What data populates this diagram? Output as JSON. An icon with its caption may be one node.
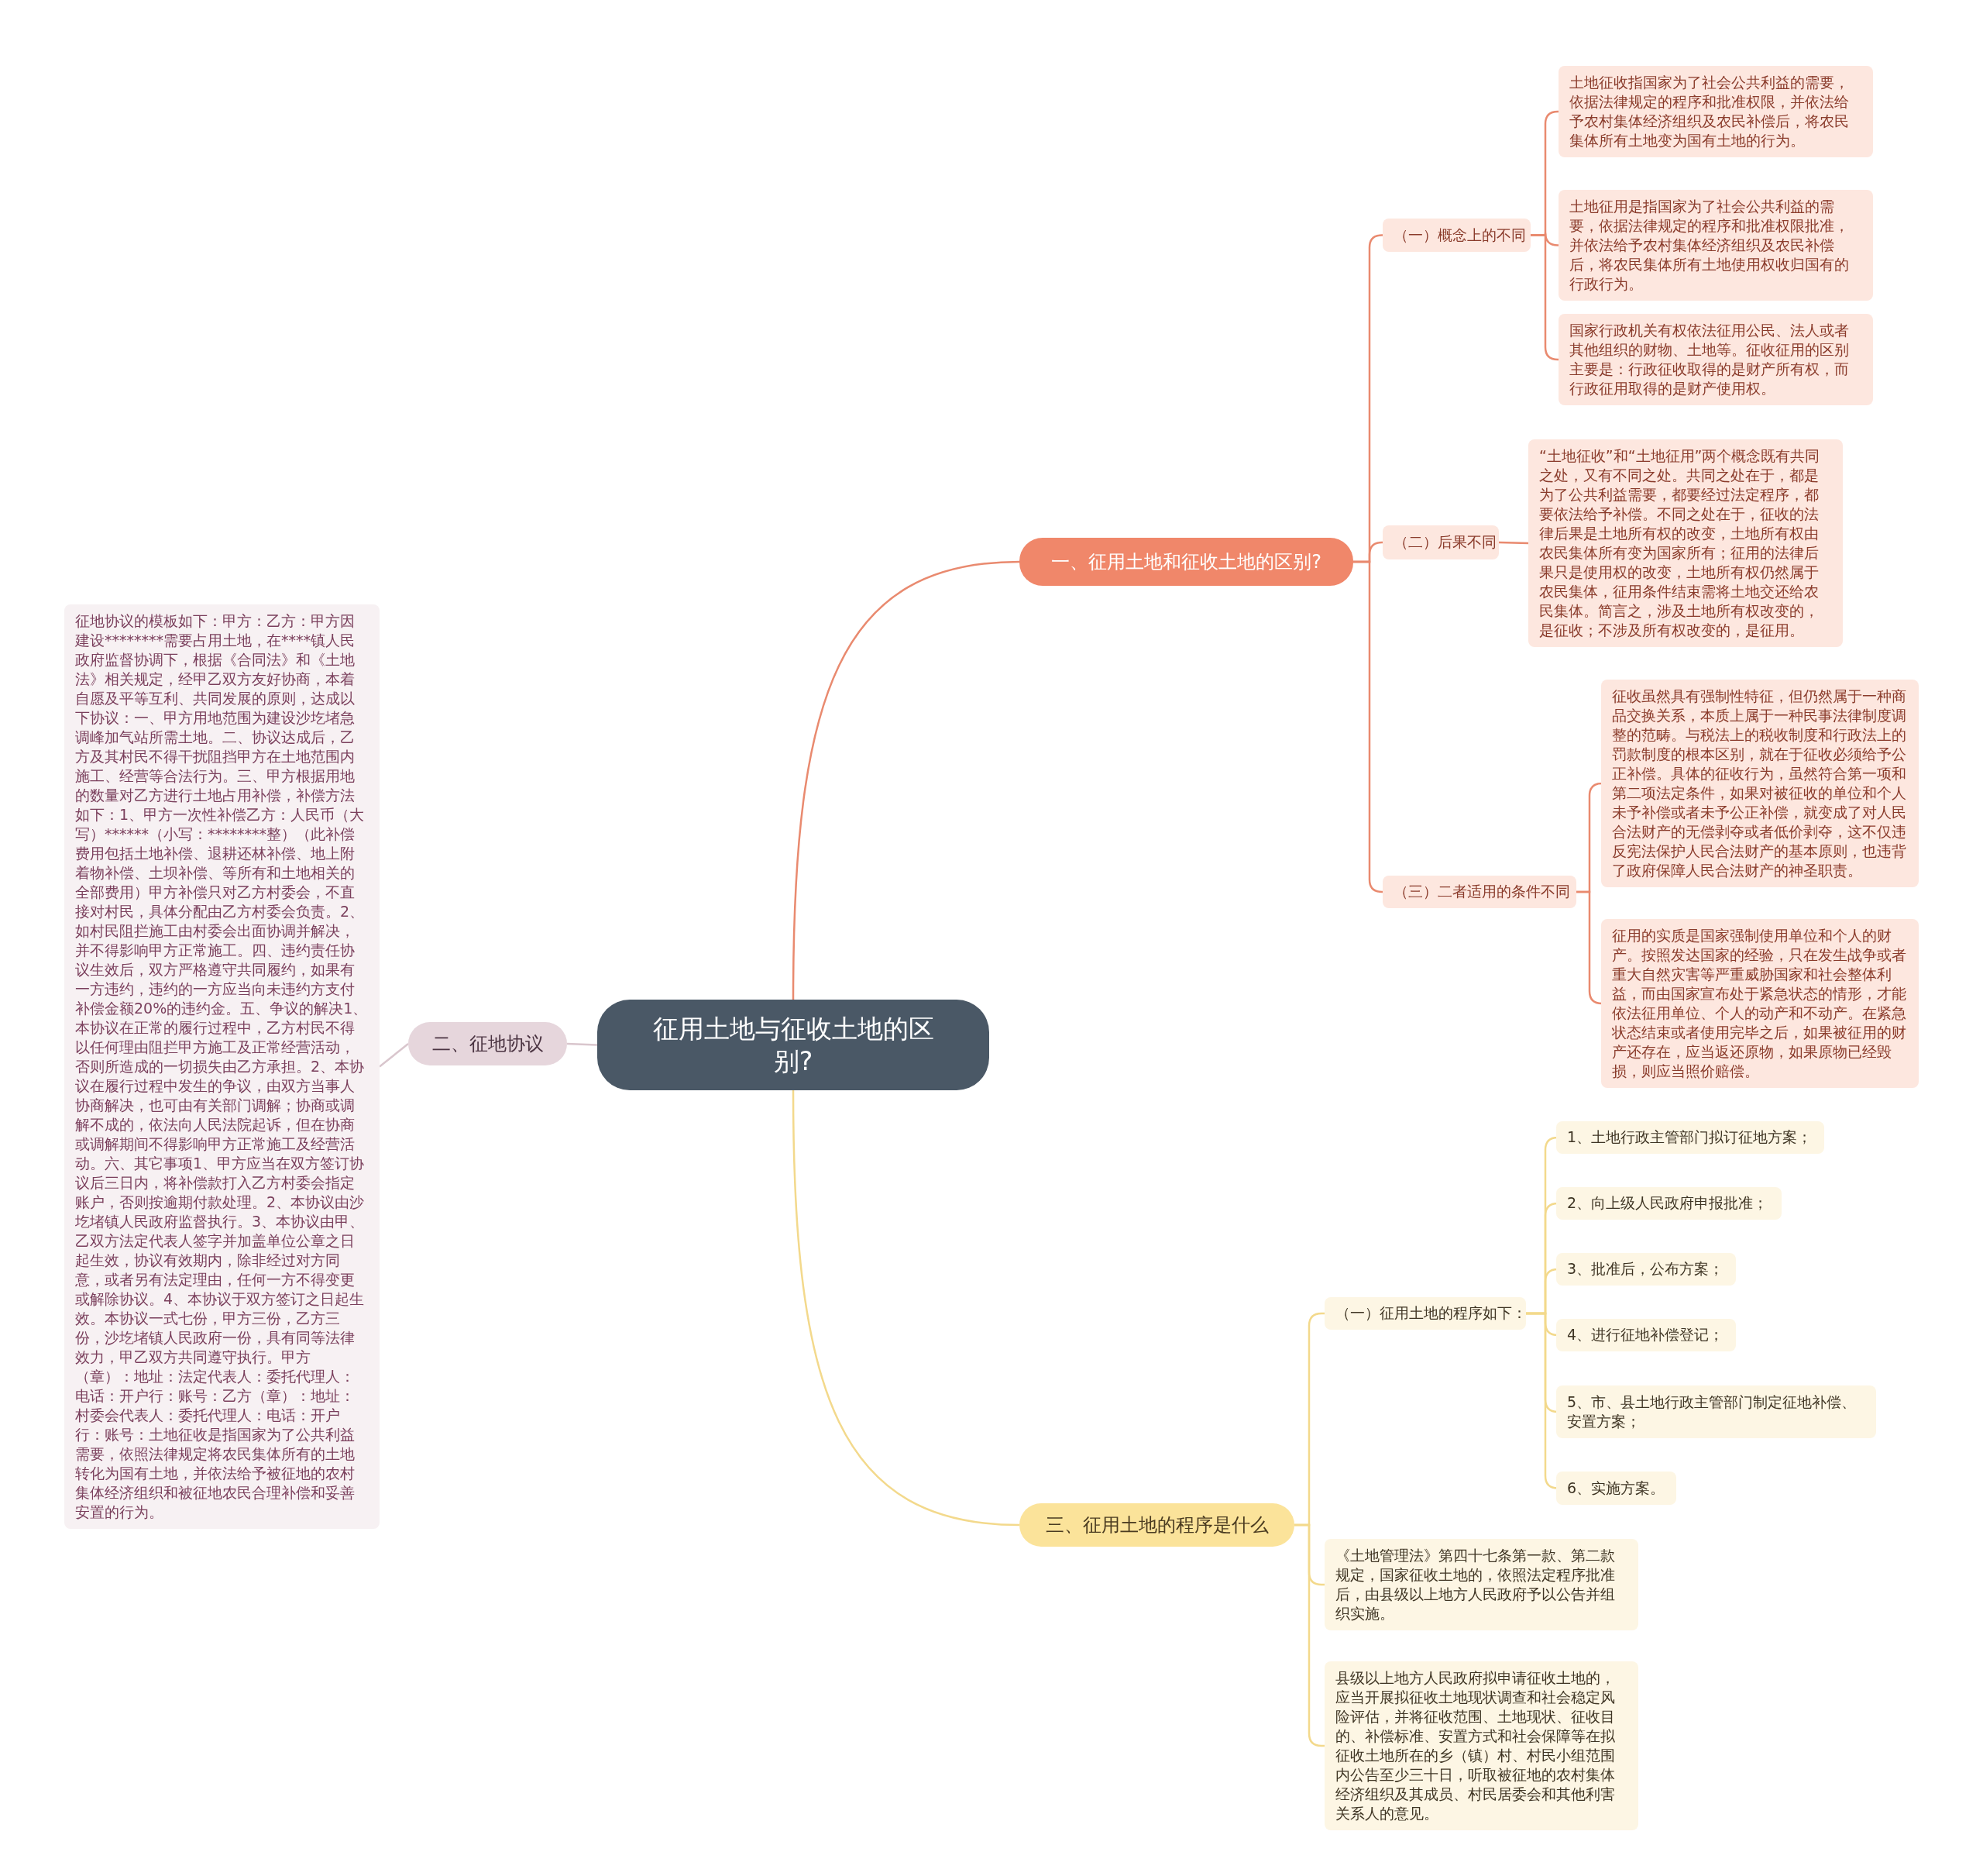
{
  "diagram": {
    "nodes": [
      {
        "text": [
          "征用土地与征收土地的区别?"
        ]
      },
      {
        "text": [
          "一、征用土地和征收土地的区别?"
        ]
      },
      {
        "text": [
          "（一）概念上的不同"
        ]
      },
      {
        "text": [
          "土地征收指国家为了社会公共利益的需要，依据法律规定的程序和批准权限，并依法给予农村集体经济组织及农民补偿后，将农民集体所有土地变为国有土地的行为。"
        ]
      },
      {
        "text": [
          "土地征用是指国家为了社会公共利益的需要，依据法律规定的程序和批准权限批准，并依法给予农村集体经济组织及农民补偿后，将农民集体所有土地使用权收归国有的行政行为。"
        ]
      },
      {
        "text": [
          "国家行政机关有权依法征用公民、法人或者其他组织的财物、土地等。征收征用的区别主要是：行政征收取得的是财产所有权，而行政征用取得的是财产使用权。"
        ]
      },
      {
        "text": [
          "（二）后果不同"
        ]
      },
      {
        "text": [
          "“土地征收”和“土地征用”两个概念既有共同之处，又有不同之处。共同之处在于，都是为了公共利益需要，都要经过法定程序，都要依法给予补偿。不同之处在于，征收的法律后果是土地所有权的改变，土地所有权由农民集体所有变为国家所有；征用的法律后果只是使用权的改变，土地所有权仍然属于农民集体，征用条件结束需将土地交还给农民集体。简言之，涉及土地所有权改变的，是征收；不涉及所有权改变的，是征用。"
        ]
      },
      {
        "text": [
          "（三）二者适用的条件不同"
        ]
      },
      {
        "text": [
          "征收虽然具有强制性特征，但仍然属于一种商品交换关系，本质上属于一种民事法律制度调整的范畴。与税法上的税收制度和行政法上的罚款制度的根本区别，就在于征收必须给予公正补偿。具体的征收行为，虽然符合第一项和第二项法定条件，如果对被征收的单位和个人未予补偿或者未予公正补偿，就变成了对人民合法财产的无偿剥夺或者低价剥夺，这不仅违反宪法保护人民合法财产的基本原则，也违背了政府保障人民合法财产的神圣职责。"
        ]
      },
      {
        "text": [
          "征用的实质是国家强制使用单位和个人的财产。按照发达国家的经验，只在发生战争或者重大自然灾害等严重威胁国家和社会整体利益，而由国家宣布处于紧急状态的情形，才能依法征用单位、个人的动产和不动产。在紧急状态结束或者使用完毕之后，如果被征用的财产还存在，应当返还原物，如果原物已经毁损，则应当照价赔偿。"
        ]
      },
      {
        "text": [
          "二、征地协议"
        ]
      },
      {
        "text": [
          "征地协议的模板如下：甲方：乙方：甲方因建设********需要占用土地，在****镇人民政府监督协调下，根据《合同法》和《土地法》相关规定，经甲乙双方友好协商，本着自愿及平等互利、共同发展的原则，达成以下协议：一、甲方用地范围为建设沙圪堵急调峰加气站所需土地。二、协议达成后，乙方及其村民不得干扰阻挡甲方在土地范围内施工、经营等合法行为。三、甲方根据用地的数量对乙方进行土地占用补偿，补偿方法如下：1、甲方一次性补偿乙方：人民币（大写）******（小写：********整）（此补偿费用包括土地补偿、退耕还林补偿、地上附着物补偿、土坝补偿、等所有和土地相关的全部费用）甲方补偿只对乙方村委会，不直接对村民，具体分配由乙方村委会负责。2、如村民阻拦施工由村委会出面协调并解决，并不得影响甲方正常施工。四、违约责任协议生效后，双方严格遵守共同履约，如果有一方违约，违约的一方应当向未违约方支付补偿金额20%的违约金。五、争议的解决1、本协议在正常的履行过程中，乙方村民不得以任何理由阻拦甲方施工及正常经营活动，否则所造成的一切损失由乙方承担。2、本协议在履行过程中发生的争议，由双方当事人协商解决，也可由有关部门调解；协商或调解不成的，依法向人民法院起诉，但在协商或调解期间不得影响甲方正常施工及经营活动。六、其它事项1、甲方应当在双方签订协议后三日内，将补偿款打入乙方村委会指定账户，否则按逾期付款处理。2、本协议由沙圪堵镇人民政府监督执行。3、本协议由甲、乙双方法定代表人签字并加盖单位公章之日起生效，协议有效期内，除非经过对方同意，或者另有法定理由，任何一方不得变更或解除协议。4、本协议于双方签订之日起生效。本协议一式七份，甲方三份，乙方三份，沙圪堵镇人民政府一份，具有同等法律效力，甲乙双方共同遵守执行。甲方（章）：地址：法定代表人：委托代理人：电话：开户行：账号：乙方（章）：地址：村委会代表人：委托代理人：电话：开户行：账号：土地征收是指国家为了公共利益需要，依照法律规定将农民集体所有的土地转化为国有土地，并依法给予被征地的农村集体经济组织和被征地农民合理补偿和妥善安置的行为。"
        ]
      },
      {
        "text": [
          "三、征用土地的程序是什么"
        ]
      },
      {
        "text": [
          "（一）征用土地的程序如下："
        ]
      },
      {
        "text": [
          "1、土地行政主管部门拟订征地方案；"
        ]
      },
      {
        "text": [
          "2、向上级人民政府申报批准；"
        ]
      },
      {
        "text": [
          "3、批准后，公布方案；"
        ]
      },
      {
        "text": [
          "4、进行征地补偿登记；"
        ]
      },
      {
        "text": [
          "5、市、县土地行政主管部门制定征地补偿、安置方案；"
        ]
      },
      {
        "text": [
          "6、实施方案。"
        ]
      },
      {
        "text": [
          "《土地管理法》第四十七条第一款、第二款规定，国家征收土地的，依照法定程序批准后，由县级以上地方人民政府予以公告并组织实施。"
        ]
      },
      {
        "text": [
          "县级以上地方人民政府拟申请征收土地的，应当开展拟征收土地现状调查和社会稳定风险评估，并将征收范围、土地现状、征收目的、补偿标准、安置方式和社会保障等在拟征收土地所在的乡（镇）村、村民小组范围内公告至少三十日，听取被征地的农村集体经济组织及其成员、村民居委会和其他利害关系人的意见。"
        ]
      }
    ],
    "edges": [
      {
        "from": 0,
        "to": 1,
        "arrow": "none",
        "color": "#e98a6f"
      },
      {
        "from": 1,
        "to": 2,
        "arrow": "none",
        "color": "#e98a6f"
      },
      {
        "from": 2,
        "to": 3,
        "arrow": "none",
        "color": "#e98a6f"
      },
      {
        "from": 2,
        "to": 4,
        "arrow": "none",
        "color": "#e98a6f"
      },
      {
        "from": 2,
        "to": 5,
        "arrow": "none",
        "color": "#e98a6f"
      },
      {
        "from": 1,
        "to": 6,
        "arrow": "none",
        "color": "#e98a6f"
      },
      {
        "from": 6,
        "to": 7,
        "arrow": "none",
        "color": "#e98a6f"
      },
      {
        "from": 1,
        "to": 8,
        "arrow": "none",
        "color": "#e98a6f"
      },
      {
        "from": 8,
        "to": 9,
        "arrow": "none",
        "color": "#e98a6f"
      },
      {
        "from": 8,
        "to": 10,
        "arrow": "none",
        "color": "#e98a6f"
      },
      {
        "from": 0,
        "to": 11,
        "arrow": "none",
        "color": "#d9c6cd"
      },
      {
        "from": 11,
        "to": 12,
        "arrow": "none",
        "color": "#d9c6cd"
      },
      {
        "from": 0,
        "to": 13,
        "arrow": "none",
        "color": "#f3d98c"
      },
      {
        "from": 13,
        "to": 14,
        "arrow": "none",
        "color": "#f3d98c"
      },
      {
        "from": 14,
        "to": 15,
        "arrow": "none",
        "color": "#f3d98c"
      },
      {
        "from": 14,
        "to": 16,
        "arrow": "none",
        "color": "#f3d98c"
      },
      {
        "from": 14,
        "to": 17,
        "arrow": "none",
        "color": "#f3d98c"
      },
      {
        "from": 14,
        "to": 18,
        "arrow": "none",
        "color": "#f3d98c"
      },
      {
        "from": 14,
        "to": 19,
        "arrow": "none",
        "color": "#f3d98c"
      },
      {
        "from": 14,
        "to": 20,
        "arrow": "none",
        "color": "#f3d98c"
      },
      {
        "from": 13,
        "to": 21,
        "arrow": "none",
        "color": "#f3d98c"
      },
      {
        "from": 13,
        "to": 22,
        "arrow": "none",
        "color": "#f3d98c"
      }
    ]
  }
}
